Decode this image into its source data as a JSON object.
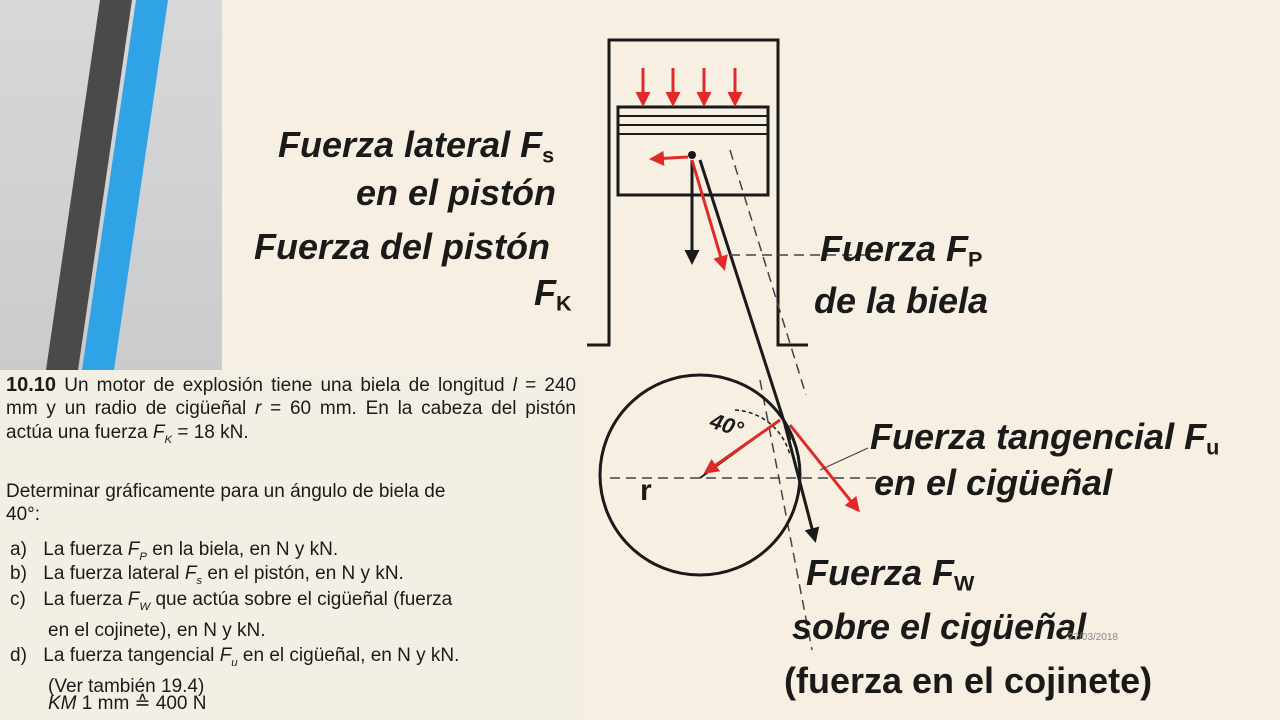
{
  "slide": {
    "date": "22/03/2018"
  },
  "diagram": {
    "label_lateral": {
      "title": "Fuerza lateral F",
      "sub": "s",
      "line2": "en el pistón"
    },
    "label_piston": {
      "title": "Fuerza del pistón",
      "line2": "F",
      "sub": "K"
    },
    "label_rod": {
      "title": "Fuerza F",
      "sub": "P",
      "line2": "de la biela"
    },
    "label_tangential": {
      "title": "Fuerza tangencial F",
      "sub": "u",
      "line2": "en el cigüeñal"
    },
    "label_bearing": {
      "title": "Fuerza F",
      "sub": "W",
      "line2": "sobre el cigüeñal",
      "line3": "(fuerza en el cojinete)"
    },
    "angle_label": "40°",
    "radius_label": "r"
  },
  "problem": {
    "number": "10.10",
    "intro_lines": [
      "Un motor de explosión tiene una biela de",
      "longitud",
      "= 240 mm y un radio de cigüeñal",
      "= 60",
      "mm. En la cabeza del pistón actúa una fuerza",
      "= 18",
      "kN."
    ],
    "var_l": "l",
    "var_r": "r",
    "var_F": "F",
    "var_K": "K",
    "determine_line1": "Determinar gráficamente para un ángulo de biela de",
    "determine_line2": "40°:",
    "items": [
      {
        "letter": "a)",
        "pre": "La fuerza",
        "var": "F",
        "sub": "P",
        "post": "en la biela, en N y kN."
      },
      {
        "letter": "b)",
        "pre": "La fuerza lateral",
        "var": "F",
        "sub": "s",
        "post": "en el pistón, en N y kN."
      },
      {
        "letter": "c)",
        "pre": "La fuerza",
        "var": "F",
        "sub": "W",
        "post": "que actúa sobre el cigüeñal (fuerza",
        "cont": "en el cojinete), en N y kN."
      },
      {
        "letter": "d)",
        "pre": "La fuerza tangencial",
        "var": "F",
        "sub": "u",
        "post": "en el cigüeñal, en N y kN.",
        "cont": "(Ver también 19.4)"
      }
    ],
    "scale_var": "KM",
    "scale_text": "1 mm ≙ 400 N"
  }
}
